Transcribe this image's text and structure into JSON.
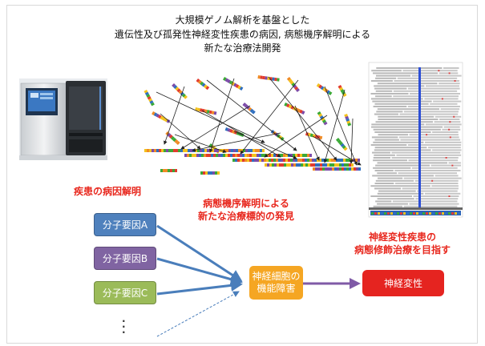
{
  "title": {
    "line1": "大規模ゲノム解析を基盤とした",
    "line2": "遺伝性及び孤発性神経変性疾患の病因, 病態機序解明による",
    "line3": "新たな治療法開発"
  },
  "labels": {
    "cause": "疾患の病因解明",
    "mechanism_line1": "病態機序解明による",
    "mechanism_line2": "新たな治療標的の発見",
    "goal_line1": "神経変性疾患の",
    "goal_line2": "病態修飾治療を目指す"
  },
  "factors": [
    {
      "label": "分子要因A",
      "color": "#4f81bd"
    },
    {
      "label": "分子要因B",
      "color": "#8064a2"
    },
    {
      "label": "分子要因C",
      "color": "#9bbb59"
    }
  ],
  "neuron_dysfunction": {
    "line1": "神経細胞の",
    "line2": "機能障害",
    "color": "#f5a623"
  },
  "neurodegeneration": {
    "label": "神経変性",
    "color": "#e52420"
  },
  "images": {
    "sequencer": "sequencer-image",
    "assembly": "read-assembly-image",
    "alignment": "alignment-viewer-image"
  },
  "colors": {
    "arrow_blue": "#4a7ebb",
    "arrow_purple": "#7f5aa6",
    "accent_red": "#e8281e"
  }
}
